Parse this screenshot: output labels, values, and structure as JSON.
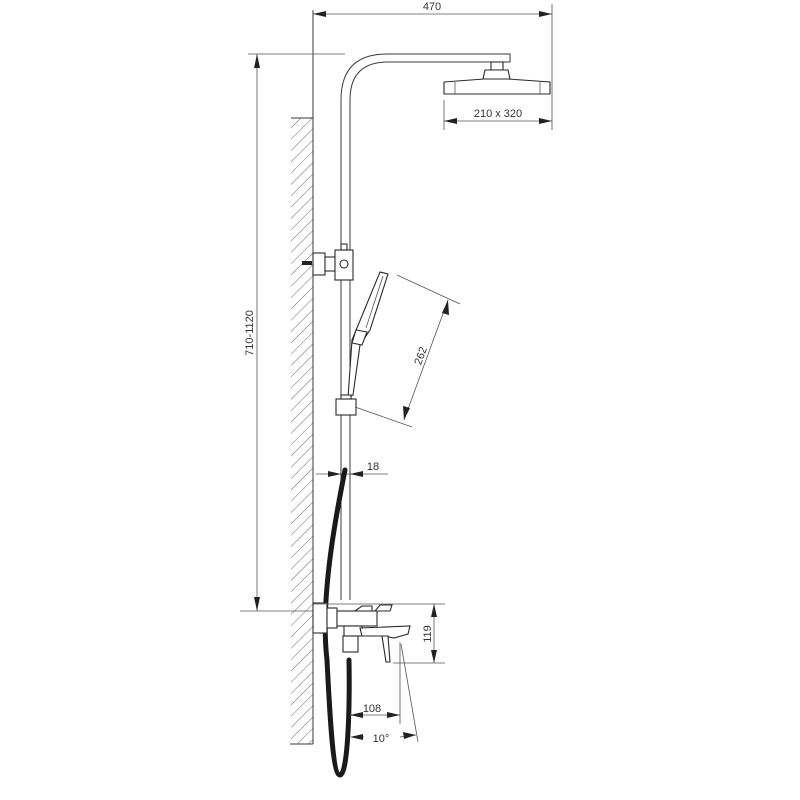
{
  "drawing": {
    "title": "Shower system dimensional drawing (side view)",
    "colors": {
      "line": "#3a3a3a",
      "hose": "#1a1a1a",
      "background": "#ffffff"
    },
    "dimensions": {
      "overall_projection": {
        "label": "470",
        "unit": "mm"
      },
      "head_shower_size": {
        "label": "210 x 320",
        "unit": "mm"
      },
      "height_range": {
        "label": "710-1120",
        "unit": "mm"
      },
      "hand_shower_length": {
        "label": "262",
        "unit": "mm"
      },
      "rail_diameter": {
        "label": "18",
        "unit": "mm"
      },
      "mixer_height": {
        "label": "119",
        "unit": "mm"
      },
      "spout_projection": {
        "label": "108",
        "unit": "mm"
      },
      "spout_angle": {
        "label": "10°",
        "unit": "deg"
      }
    },
    "components": [
      "wall",
      "riser-rail",
      "overhead-arm",
      "head-shower",
      "wall-bracket",
      "hand-shower",
      "hand-shower-holder",
      "shower-hose",
      "thermostat-mixer",
      "bath-spout"
    ]
  }
}
